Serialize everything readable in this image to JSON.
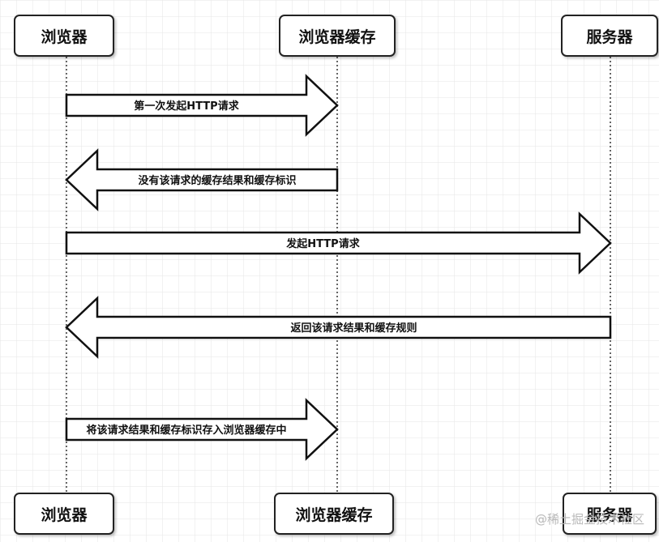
{
  "participants": {
    "browser": "浏览器",
    "cache": "浏览器缓存",
    "server": "服务器"
  },
  "messages": [
    {
      "from": "browser",
      "to": "cache",
      "label": "第一次发起HTTP请求"
    },
    {
      "from": "cache",
      "to": "browser",
      "label": "没有该请求的缓存结果和缓存标识"
    },
    {
      "from": "browser",
      "to": "server",
      "label": "发起HTTP请求"
    },
    {
      "from": "server",
      "to": "browser",
      "label": "返回该请求结果和缓存规则"
    },
    {
      "from": "browser",
      "to": "cache",
      "label": "将该请求结果和缓存标识存入浏览器缓存中"
    }
  ],
  "watermark": "@稀土掘金技术社区"
}
